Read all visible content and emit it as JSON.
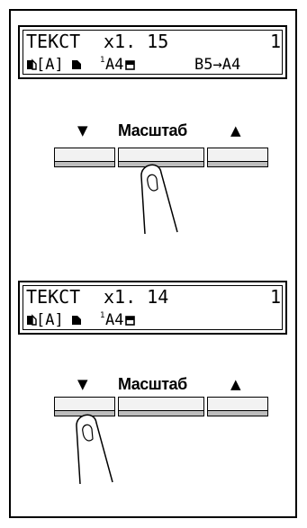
{
  "panels": [
    {
      "mode": "ТЕКСТ",
      "zoom": "x1. 15",
      "copies": "1",
      "original_mark": "[A]",
      "paper_tray": "1",
      "paper_size": "A4",
      "zoom_preset": "B5→A4",
      "pressed_button": "zoom-key"
    },
    {
      "mode": "ТЕКСТ",
      "zoom": "x1. 14",
      "copies": "1",
      "original_mark": "[A]",
      "paper_tray": "1",
      "paper_size": "A4",
      "zoom_preset": "",
      "pressed_button": "down-key"
    }
  ],
  "keys": {
    "down_arrow": "▼",
    "zoom_label": "Масштаб",
    "up_arrow": "▲"
  },
  "icons": [
    "original-orientation-icon",
    "duplex-icon",
    "paper-orientation-icon",
    "finger-icon"
  ]
}
